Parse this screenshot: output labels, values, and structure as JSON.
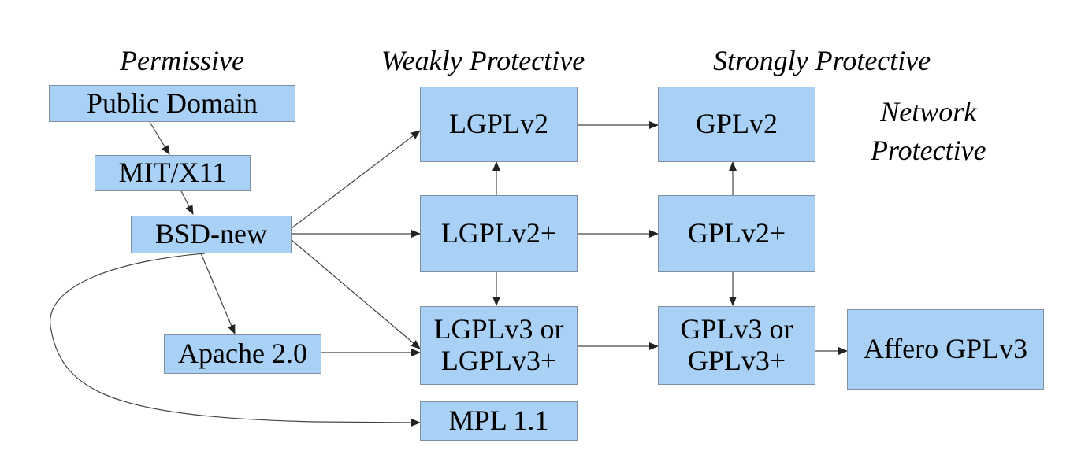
{
  "categories": {
    "permissive": "Permissive",
    "weakly_protective": "Weakly Protective",
    "strongly_protective": "Strongly Protective",
    "network_protective_line1": "Network",
    "network_protective_line2": "Protective"
  },
  "nodes": {
    "public_domain": "Public Domain",
    "mit_x11": "MIT/X11",
    "bsd_new": "BSD-new",
    "apache": "Apache 2.0",
    "lgplv2": "LGPLv2",
    "lgplv2_plus": "LGPLv2+",
    "lgplv3_line1": "LGPLv3 or",
    "lgplv3_line2": "LGPLv3+",
    "mpl": "MPL 1.1",
    "gplv2": "GPLv2",
    "gplv2_plus": "GPLv2+",
    "gplv3_line1": "GPLv3 or",
    "gplv3_line2": "GPLv3+",
    "affero": "Affero GPLv3"
  },
  "edges": [
    {
      "from": "Public Domain",
      "to": "MIT/X11"
    },
    {
      "from": "MIT/X11",
      "to": "BSD-new"
    },
    {
      "from": "BSD-new",
      "to": "LGPLv2"
    },
    {
      "from": "BSD-new",
      "to": "LGPLv2+"
    },
    {
      "from": "BSD-new",
      "to": "LGPLv3 or LGPLv3+"
    },
    {
      "from": "BSD-new",
      "to": "Apache 2.0"
    },
    {
      "from": "BSD-new",
      "to": "MPL 1.1"
    },
    {
      "from": "Apache 2.0",
      "to": "LGPLv3 or LGPLv3+"
    },
    {
      "from": "LGPLv2+",
      "to": "LGPLv2"
    },
    {
      "from": "LGPLv2+",
      "to": "LGPLv3 or LGPLv3+"
    },
    {
      "from": "LGPLv2",
      "to": "GPLv2"
    },
    {
      "from": "LGPLv2+",
      "to": "GPLv2+"
    },
    {
      "from": "LGPLv3 or LGPLv3+",
      "to": "GPLv3 or GPLv3+"
    },
    {
      "from": "GPLv2+",
      "to": "GPLv2"
    },
    {
      "from": "GPLv2+",
      "to": "GPLv3 or GPLv3+"
    },
    {
      "from": "GPLv3 or GPLv3+",
      "to": "Affero GPLv3"
    }
  ],
  "colors": {
    "node_fill": "#a9d1f5",
    "node_border": "#7e8fa0",
    "edge": "#333333"
  }
}
